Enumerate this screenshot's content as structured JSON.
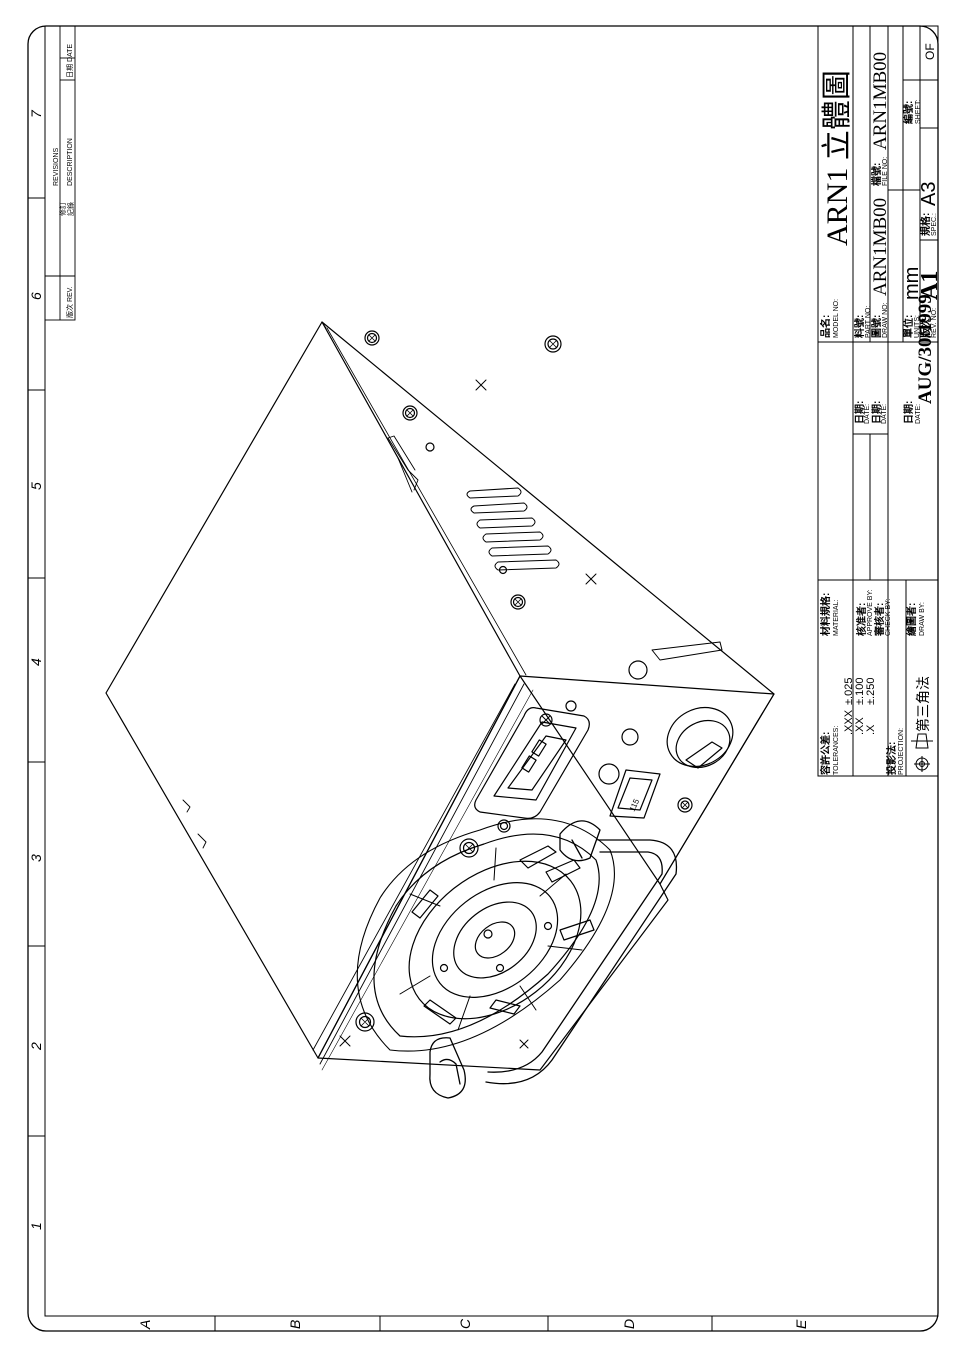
{
  "grid": {
    "columns": [
      "1",
      "2",
      "3",
      "4",
      "5",
      "6",
      "7"
    ],
    "rows": [
      "A",
      "B",
      "C",
      "D",
      "E"
    ]
  },
  "revisions": {
    "rev_label": "版次 REV.",
    "title_cn": "修訂",
    "title_cn2": "記錄",
    "title_en": "REVISIONS",
    "description_label": "DESCRIPTION",
    "date_label": "日期 DATE"
  },
  "title_block": {
    "tolerances_label_cn": "容許公差:",
    "tolerances_label_en": "TOLERANCES:",
    "tolerances": [
      {
        "format": ".XXX",
        "value": "±.025"
      },
      {
        "format": ".XX",
        "value": "±.100"
      },
      {
        "format": ".X",
        "value": "±.250"
      }
    ],
    "projection_label_cn": "投影法:",
    "projection_label_en": "PROJECTION:",
    "projection_method": "第三角法",
    "material_label_cn": "材料規格:",
    "material_label_en": "MATERIAL:",
    "approve_label_cn": "核准者:",
    "approve_label_en": "APPROVE BY:",
    "check_label_cn": "審核者:",
    "check_label_en": "CHECK BY:",
    "draw_label_cn": "繪圖者:",
    "draw_label_en": "DRAW BY:",
    "date_label_cn": "日期:",
    "date_label_en": "DATE:",
    "date_value": "AUG/30/1999",
    "model_label_cn": "品名:",
    "model_label_en": "MODEL NO:",
    "model_value": "ARN1 立體圖",
    "part_label_cn": "料號:",
    "part_label_en": "PART NO:",
    "drawing_label_cn": "圖號:",
    "drawing_label_en": "DRAW NO:",
    "drawing_value": "ARN1MB00",
    "file_label_cn": "檔號:",
    "file_label_en": "FILE NO:",
    "file_value": "ARN1MB00",
    "units_label_cn": "單位:",
    "units_label_en": "UNITS:",
    "units_value": "mm",
    "rev_label_cn": "版次:",
    "rev_label_en": "REV. NO:",
    "rev_value": "A1",
    "spec_label_cn": "規格:",
    "spec_label_en": "SPEC.:",
    "spec_value": "A3",
    "sheet_label_cn": "編號:",
    "sheet_label_en": "SHEET:",
    "sheet_value": "OF"
  },
  "drawing": {
    "inlet_label": "115",
    "style": {
      "line_color": "#000000",
      "paper_color": "#ffffff"
    }
  }
}
